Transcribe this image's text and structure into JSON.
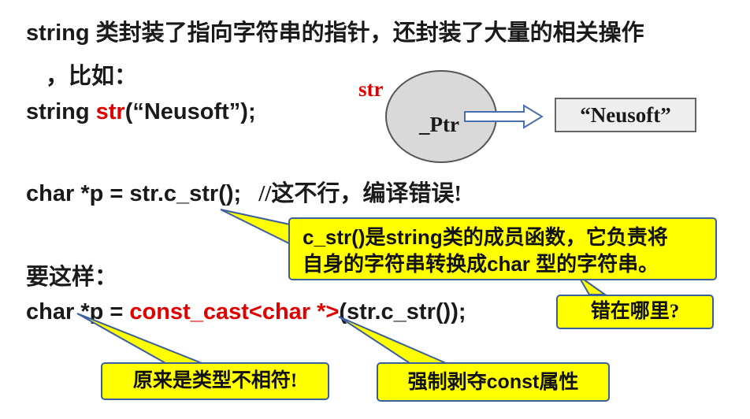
{
  "heading": {
    "line1": "string 类封装了指向字符串的指针，还封装了大量的相关操作",
    "line2": "，比如："
  },
  "example": {
    "prefix": "string ",
    "var": "str",
    "suffix": "(“Neusoft”);"
  },
  "diagram": {
    "var_label": "str",
    "ptr_label": "_Ptr",
    "value_label": "“Neusoft”"
  },
  "bad_code": {
    "code": "char *p = str.c_str();",
    "comment": "//这不行，编译错误!"
  },
  "good_label": "要这样：",
  "good_code": {
    "prefix": "char *p = ",
    "cast": "const_cast<char *>",
    "suffix": "(str.c_str());"
  },
  "callouts": {
    "c_str_line1": "c_str()是string类的成员函数，它负责将",
    "c_str_line2": "自身的字符串转换成char 型的字符串。",
    "where_wrong": "错在哪里?",
    "type_mismatch": "原来是类型不相符!",
    "cast_away": "强制剥夺const属性"
  },
  "colors": {
    "red": "#e00000",
    "callout_fill": "#ffff00",
    "callout_border": "#3a5f9e",
    "ellipse_fill": "#d9d9d9",
    "box_fill": "#eeeeee"
  }
}
